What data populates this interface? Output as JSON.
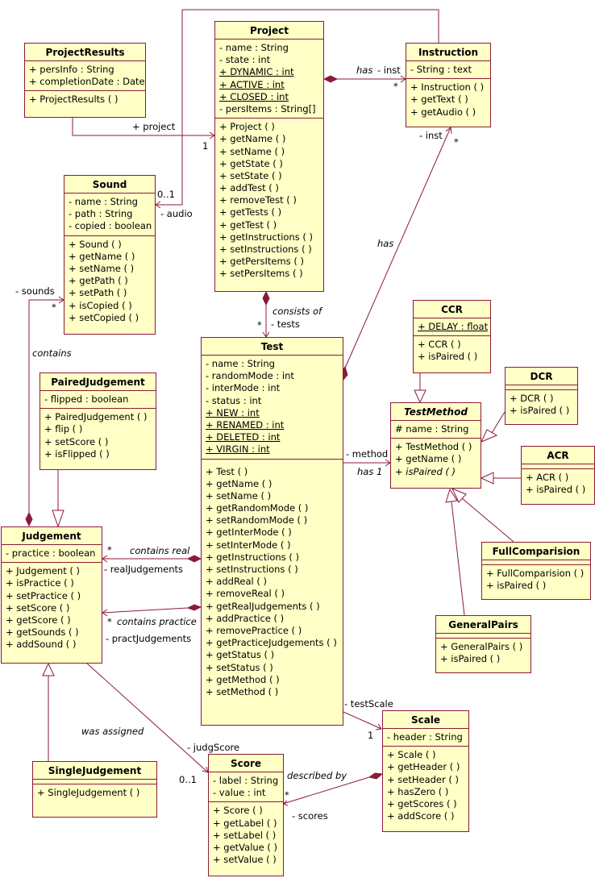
{
  "classes": {
    "project_results": {
      "name": "ProjectResults",
      "attributes": [
        "+ persInfo : String",
        "+ completionDate : Date"
      ],
      "operations": [
        "+ ProjectResults ( )"
      ]
    },
    "project": {
      "name": "Project",
      "attributes": [
        "- name : String",
        "- state : int",
        "+ DYNAMIC : int",
        "+ ACTIVE : int",
        "+ CLOSED : int",
        "- persItems : String[]"
      ],
      "operations": [
        "+ Project ( )",
        "+ getName ( )",
        "+ setName ( )",
        "+ getState ( )",
        "+ setState ( )",
        "+ addTest ( )",
        "+ removeTest ( )",
        "+ getTests ( )",
        "+ getTest ( )",
        "+ getInstructions ( )",
        "+ setInstructions ( )",
        "+ getPersItems ( )",
        "+ setPersItems ( )"
      ]
    },
    "instruction": {
      "name": "Instruction",
      "attributes": [
        "- String : text"
      ],
      "operations": [
        "+ Instruction ( )",
        "+ getText ( )",
        "+ getAudio ( )"
      ]
    },
    "sound": {
      "name": "Sound",
      "attributes": [
        "- name : String",
        "- path : String",
        "- copied : boolean"
      ],
      "operations": [
        "+ Sound ( )",
        "+ getName ( )",
        "+ setName ( )",
        "+ getPath ( )",
        "+ setPath ( )",
        "+ isCopied ( )",
        "+ setCopied ( )"
      ]
    },
    "ccr": {
      "name": "CCR",
      "attributes": [
        "+ DELAY : float"
      ],
      "operations": [
        "+ CCR ( )",
        "+ isPaired ( )"
      ]
    },
    "dcr": {
      "name": "DCR",
      "operations": [
        "+ DCR ( )",
        "+ isPaired ( )"
      ]
    },
    "test_method": {
      "name": "TestMethod",
      "attributes": [
        "# name : String"
      ],
      "operations": [
        "+ TestMethod ( )",
        "+ getName ( )",
        "+ isPaired ( )"
      ]
    },
    "acr": {
      "name": "ACR",
      "operations": [
        "+ ACR ( )",
        "+ isPaired ( )"
      ]
    },
    "paired_judgement": {
      "name": "PairedJudgement",
      "attributes": [
        "- flipped : boolean"
      ],
      "operations": [
        "+ PairedJudgement ( )",
        "+ flip ( )",
        "+ setScore ( )",
        "+ isFlipped ( )"
      ]
    },
    "test": {
      "name": "Test",
      "attributes": [
        "- name : String",
        "- randomMode : int",
        "- interMode : int",
        "- status : int",
        "+ NEW : int",
        "+ RENAMED : int",
        "+ DELETED : int",
        "+ VIRGIN : int"
      ],
      "operations": [
        "+ Test ( )",
        "+ getName ( )",
        "+ setName ( )",
        "+ getRandomMode ( )",
        "+ setRandomMode ( )",
        "+ getInterMode ( )",
        "+ setInterMode ( )",
        "+ getInstructions ( )",
        "+ setInstructions ( )",
        "+ addReal ( )",
        "+ removeReal ( )",
        "+ getRealJudgements ( )",
        "+ addPractice ( )",
        "+ removePractice ( )",
        "+ getPracticeJudgements ( )",
        "+ getStatus ( )",
        "+ setStatus ( )",
        "+ getMethod ( )",
        "+ setMethod ( )"
      ]
    },
    "judgement": {
      "name": "Judgement",
      "attributes": [
        "- practice : boolean"
      ],
      "operations": [
        "+ Judgement ( )",
        "+ isPractice ( )",
        "+ setPractice ( )",
        "+ setScore ( )",
        "+ getScore ( )",
        "+ getSounds ( )",
        "+ addSound ( )"
      ]
    },
    "full_comparision": {
      "name": "FullComparision",
      "operations": [
        "+ FullComparision ( )",
        "+ isPaired ( )"
      ]
    },
    "general_pairs": {
      "name": "GeneralPairs",
      "operations": [
        "+ GeneralPairs ( )",
        "+ isPaired ( )"
      ]
    },
    "scale": {
      "name": "Scale",
      "attributes": [
        "- header : String"
      ],
      "operations": [
        "+ Scale ( )",
        "+ getHeader ( )",
        "+ setHeader ( )",
        "+ hasZero ( )",
        "+ getScores ( )",
        "+ addScore ( )"
      ]
    },
    "single_judgement": {
      "name": "SingleJudgement",
      "operations": [
        "+ SingleJudgement ( )"
      ]
    },
    "score": {
      "name": "Score",
      "attributes": [
        "- label : String",
        "- value : int"
      ],
      "operations": [
        "+ Score ( )",
        "+ getLabel ( )",
        "+ setLabel ( )",
        "+ getValue ( )",
        "+ setValue ( )"
      ]
    }
  },
  "labels": {
    "project_role": "+ project",
    "project_mult": "1",
    "has": "has",
    "inst_role": "- inst",
    "star": "*",
    "audio_mult": "0..1",
    "audio_role": "- audio",
    "inst_role2": "- inst",
    "consists_of": "consists of",
    "tests_role": "- tests",
    "sounds_role": "- sounds",
    "contains": "contains",
    "method_role": "- method",
    "has_one": "has  1",
    "contains_real": "contains real",
    "real_judgements": "- realJudgements",
    "contains_practice": "contains practice",
    "pract_judgements": "- practJudgements",
    "test_scale": "- testScale",
    "one": "1",
    "was_assigned": "was assigned",
    "judg_score": "- judgScore",
    "described_by": "described by",
    "scores_role": "- scores"
  },
  "colors": {
    "box_fill": "#ffffc6",
    "border": "#8b1a3a"
  }
}
